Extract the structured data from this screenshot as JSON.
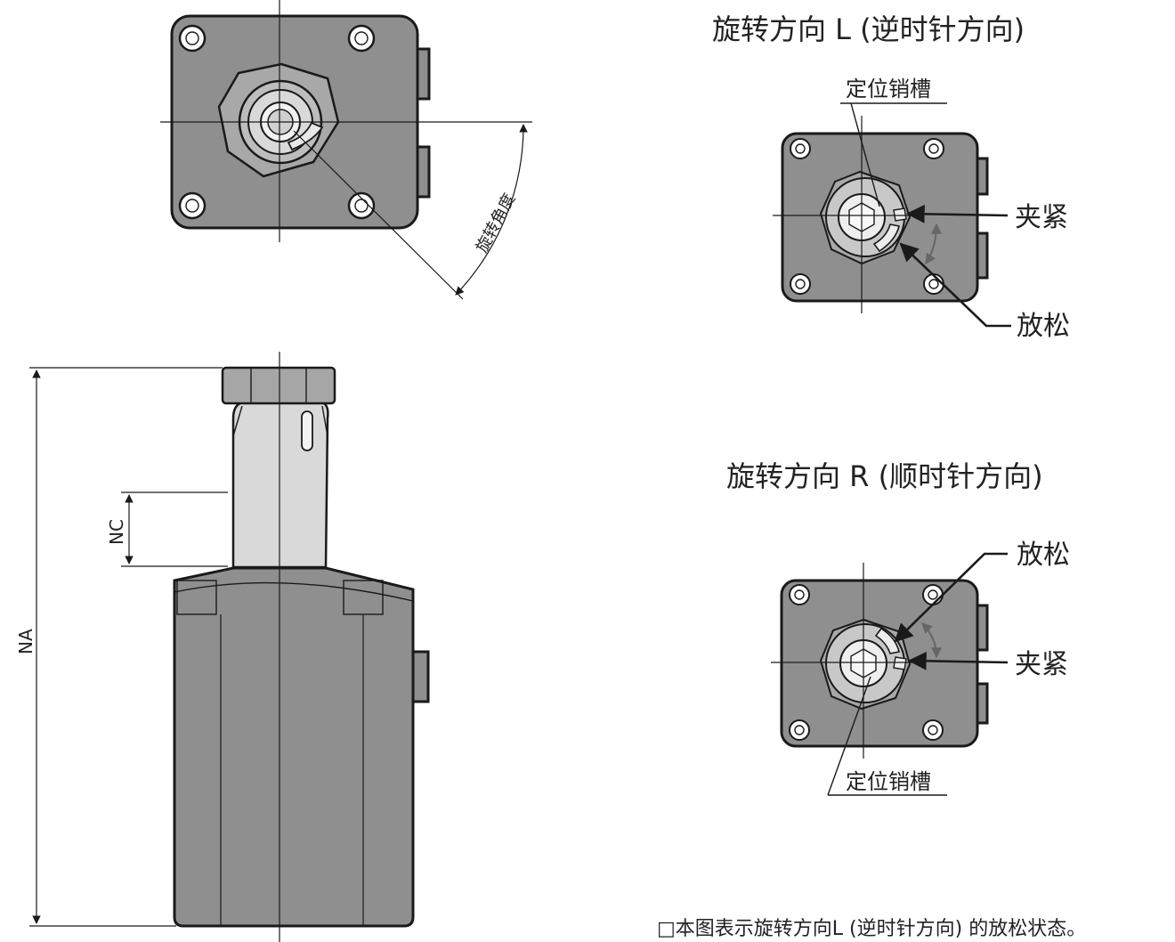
{
  "labels": {
    "rotation_angle": "旋转角度",
    "dim_na": "NA",
    "dim_nc": "NC",
    "title_L": "旋转方向 L (逆时针方向)",
    "title_R": "旋转方向 R (顺时针方向)",
    "pin_groove_L": "定位销槽",
    "clamp_L": "夹紧",
    "release_L": "放松",
    "release_R": "放松",
    "clamp_R": "夹紧",
    "pin_groove_R": "定位销槽",
    "note": "□本图表示旋转方向L (逆时针方向) 的放松状态。"
  },
  "colors": {
    "body": "#8f8f8f",
    "light": "#d9d9d9",
    "line": "#1a1a1a"
  }
}
